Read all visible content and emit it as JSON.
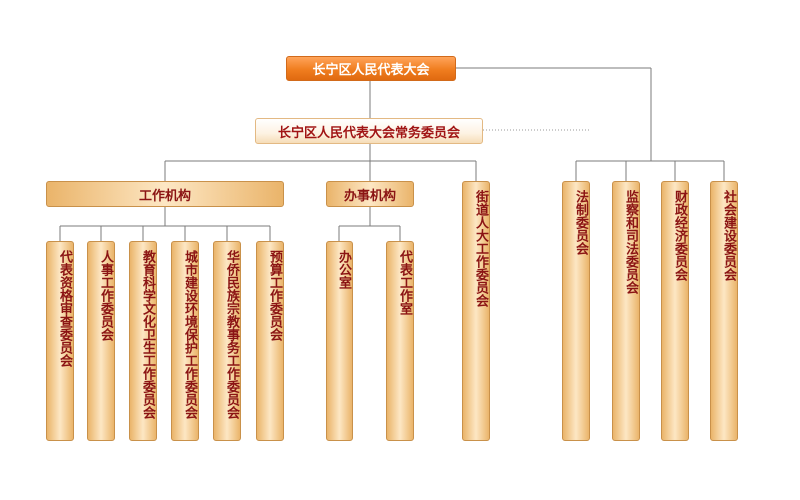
{
  "colors": {
    "line": "#7b7b7b",
    "text": "#8b1414",
    "top_fill": "#f07d1f"
  },
  "top_node": {
    "label": "长宁区人民代表大会"
  },
  "standing_committee": {
    "label": "长宁区人民代表大会常务委员会"
  },
  "groups": {
    "work_bodies": {
      "label": "工作机构",
      "items": [
        "代表资格审查委员会",
        "人事工作委员会",
        "教育科学文化卫生工作委员会",
        "城市建设环境保护工作委员会",
        "华侨民族宗教事务工作委员会",
        "预算工作委员会"
      ]
    },
    "offices": {
      "label": "办事机构",
      "items": [
        "办公室",
        "代表工作室"
      ]
    },
    "street": {
      "label": "街道人大工作委员会"
    }
  },
  "special_committees": [
    "法制委员会",
    "监察和司法委员会",
    "财政经济委员会",
    "社会建设委员会"
  ]
}
